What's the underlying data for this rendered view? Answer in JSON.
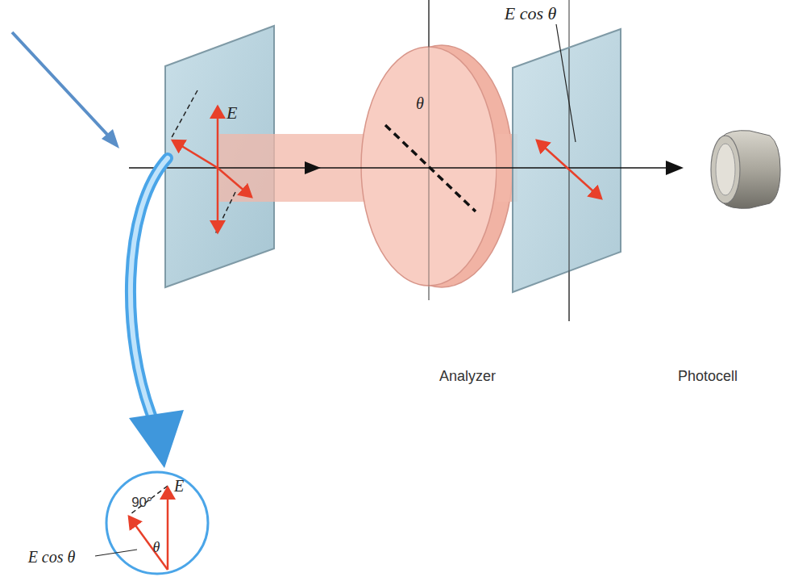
{
  "diagram": {
    "labels": [
      "E",
      "E cos θ",
      "θ",
      "Analyzer",
      "Photocell",
      "E",
      "90°",
      "E cos θ",
      "θ"
    ]
  }
}
